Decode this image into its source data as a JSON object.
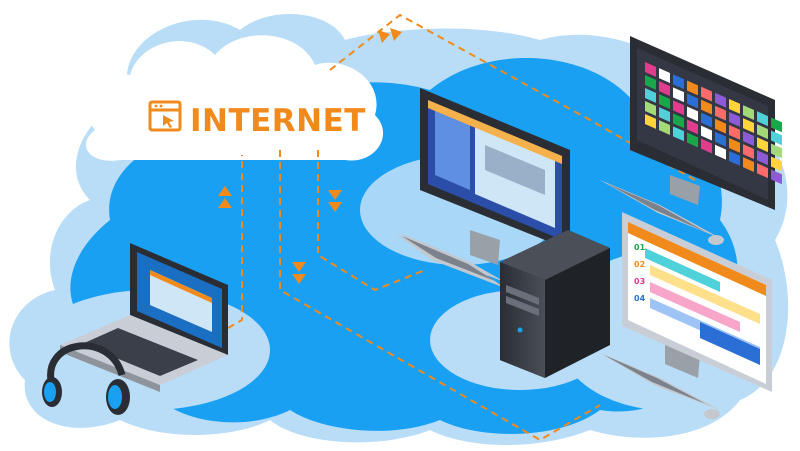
{
  "internet": {
    "label": "INTERNET",
    "icon": "browser-window-cursor-icon"
  },
  "schedule": {
    "rows": [
      "01",
      "02",
      "03",
      "04"
    ],
    "row_colors": [
      "#1aa64a",
      "#f08a1c",
      "#e23c8c",
      "#2b6fd6"
    ]
  },
  "devices": [
    {
      "name": "laptop",
      "icon": "laptop-icon"
    },
    {
      "name": "headphones",
      "icon": "headphones-icon"
    },
    {
      "name": "monitor-web-page",
      "icon": "monitor-icon"
    },
    {
      "name": "monitor-color-grid",
      "icon": "monitor-icon"
    },
    {
      "name": "monitor-schedule",
      "icon": "monitor-icon"
    },
    {
      "name": "desktop-tower",
      "icon": "pc-tower-icon"
    }
  ],
  "colors": {
    "cloud_light": "#b9ddf7",
    "cloud_dark": "#1aa0f2",
    "connection": "#f08a1c",
    "accent": "#f08a1c"
  }
}
